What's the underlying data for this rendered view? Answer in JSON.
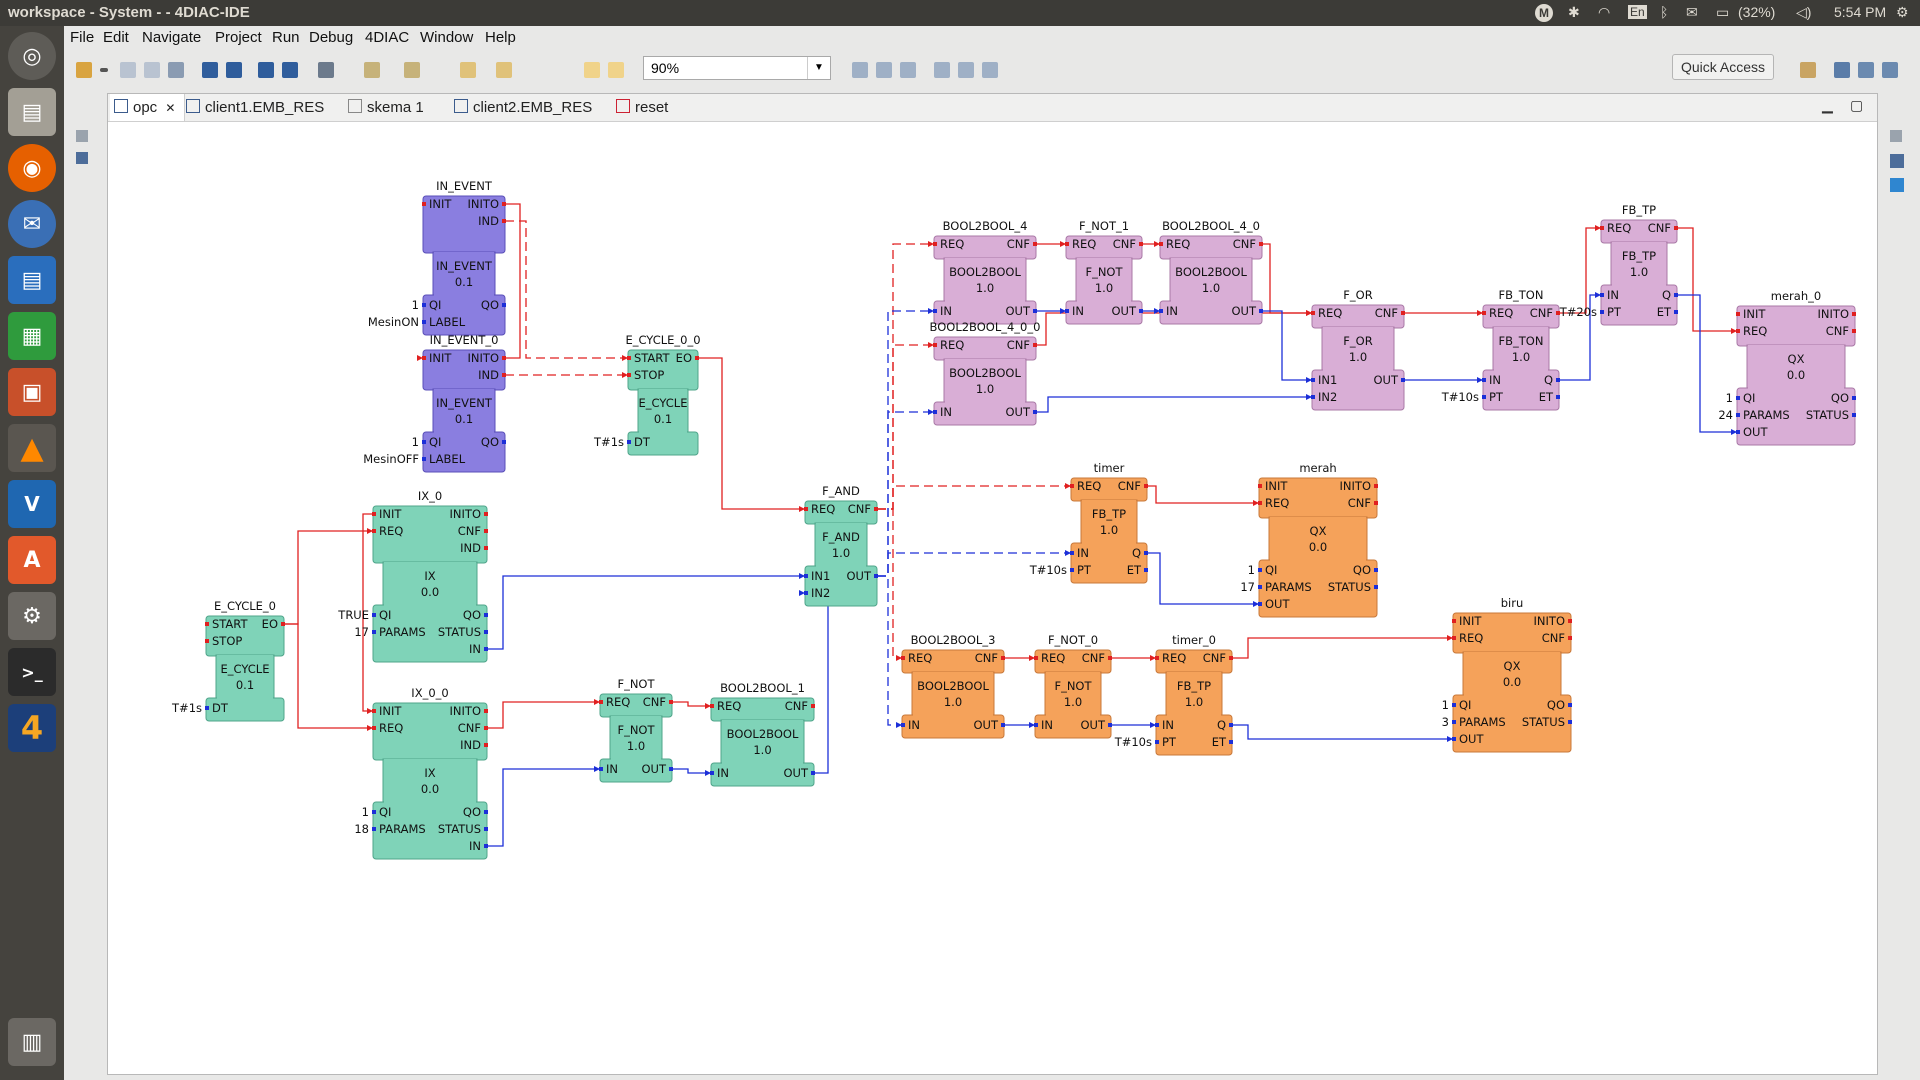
{
  "system": {
    "window_title": "workspace - System - - 4DIAC-IDE",
    "keyboard": "En",
    "battery": "(32%)",
    "clock": "5:54 PM"
  },
  "menu": [
    "File",
    "Edit",
    "Navigate",
    "Project",
    "Run",
    "Debug",
    "4DIAC",
    "Window",
    "Help"
  ],
  "toolbar": {
    "zoom_value": "90%",
    "quick_access": "Quick Access"
  },
  "tabs": [
    {
      "label": "opc",
      "active": true
    },
    {
      "label": "client1.EMB_RES"
    },
    {
      "label": "skema 1"
    },
    {
      "label": "client2.EMB_RES"
    },
    {
      "label": "reset"
    }
  ],
  "colors": {
    "violet": "#8a7ee0",
    "teal": "#7fd3b8",
    "pink": "#d9aed6",
    "orange": "#f5a25a",
    "event": "#e02020",
    "data": "#1c2fd8"
  },
  "blocks": [
    {
      "name": "IN_EVENT",
      "type": "IN_EVENT",
      "ver": "0.1",
      "style": "violet",
      "lin": [
        "INIT",
        "",
        ""
      ],
      "rin": [
        "INITO",
        "IND"
      ],
      "lbot": [
        "QI",
        "LABEL"
      ],
      "rbot": [
        "QO",
        ""
      ],
      "pvals": [
        "1",
        "MesinON"
      ]
    },
    {
      "name": "IN_EVENT_0",
      "type": "IN_EVENT",
      "ver": "0.1",
      "style": "violet",
      "lin": [
        "INIT"
      ],
      "rin": [
        "INITO",
        "IND"
      ],
      "lbot": [
        "QI",
        "LABEL"
      ],
      "rbot": [
        "QO",
        ""
      ],
      "pvals": [
        "1",
        "MesinOFF"
      ]
    },
    {
      "name": "E_CYCLE_0_0",
      "type": "E_CYCLE",
      "ver": "0.1",
      "style": "teal",
      "lin": [
        "START",
        "STOP"
      ],
      "rin": [
        "EO"
      ],
      "lbot": [
        "DT"
      ],
      "rbot": [],
      "pvals": [
        "T#1s"
      ]
    },
    {
      "name": "IX_0",
      "type": "IX",
      "ver": "0.0",
      "style": "teal",
      "lin": [
        "INIT",
        "REQ"
      ],
      "rin": [
        "INITO",
        "CNF",
        "IND"
      ],
      "lbot": [
        "QI",
        "PARAMS"
      ],
      "rbot": [
        "QO",
        "STATUS",
        "IN"
      ],
      "pvals": [
        "TRUE",
        "17"
      ]
    },
    {
      "name": "E_CYCLE_0",
      "type": "E_CYCLE",
      "ver": "0.1",
      "style": "teal",
      "lin": [
        "START",
        "STOP"
      ],
      "rin": [
        "EO"
      ],
      "lbot": [
        "DT"
      ],
      "rbot": [],
      "pvals": [
        "T#1s"
      ]
    },
    {
      "name": "IX_0_0",
      "type": "IX",
      "ver": "0.0",
      "style": "teal",
      "lin": [
        "INIT",
        "REQ"
      ],
      "rin": [
        "INITO",
        "CNF",
        "IND"
      ],
      "lbot": [
        "QI",
        "PARAMS"
      ],
      "rbot": [
        "QO",
        "STATUS",
        "IN"
      ],
      "pvals": [
        "1",
        "18"
      ]
    },
    {
      "name": "F_NOT",
      "type": "F_NOT",
      "ver": "1.0",
      "style": "teal",
      "lin": [
        "REQ"
      ],
      "rin": [
        "CNF"
      ],
      "lbot": [
        "IN"
      ],
      "rbot": [
        "OUT"
      ],
      "pvals": []
    },
    {
      "name": "BOOL2BOOL_1",
      "type": "BOOL2BOOL",
      "ver": "1.0",
      "style": "teal",
      "lin": [
        "REQ"
      ],
      "rin": [
        "CNF"
      ],
      "lbot": [
        "IN"
      ],
      "rbot": [
        "OUT"
      ],
      "pvals": []
    },
    {
      "name": "F_AND",
      "type": "F_AND",
      "ver": "1.0",
      "style": "teal",
      "lin": [
        "REQ"
      ],
      "rin": [
        "CNF"
      ],
      "lbot": [
        "IN1",
        "IN2"
      ],
      "rbot": [
        "OUT"
      ],
      "pvals": []
    },
    {
      "name": "BOOL2BOOL_4",
      "type": "BOOL2BOOL",
      "ver": "1.0",
      "style": "pink",
      "lin": [
        "REQ"
      ],
      "rin": [
        "CNF"
      ],
      "lbot": [
        "IN"
      ],
      "rbot": [
        "OUT"
      ],
      "pvals": []
    },
    {
      "name": "F_NOT_1",
      "type": "F_NOT",
      "ver": "1.0",
      "style": "pink",
      "lin": [
        "REQ"
      ],
      "rin": [
        "CNF"
      ],
      "lbot": [
        "IN"
      ],
      "rbot": [
        "OUT"
      ],
      "pvals": []
    },
    {
      "name": "BOOL2BOOL_4_0",
      "type": "BOOL2BOOL",
      "ver": "1.0",
      "style": "pink",
      "lin": [
        "REQ"
      ],
      "rin": [
        "CNF"
      ],
      "lbot": [
        "IN"
      ],
      "rbot": [
        "OUT"
      ],
      "pvals": []
    },
    {
      "name": "BOOL2BOOL_4_0_0",
      "type": "BOOL2BOOL",
      "ver": "1.0",
      "style": "pink",
      "lin": [
        "REQ"
      ],
      "rin": [
        "CNF"
      ],
      "lbot": [
        "IN"
      ],
      "rbot": [
        "OUT"
      ],
      "pvals": []
    },
    {
      "name": "F_OR",
      "type": "F_OR",
      "ver": "1.0",
      "style": "pink",
      "lin": [
        "REQ"
      ],
      "rin": [
        "CNF"
      ],
      "lbot": [
        "IN1",
        "IN2"
      ],
      "rbot": [
        "OUT"
      ],
      "pvals": []
    },
    {
      "name": "FB_TON",
      "type": "FB_TON",
      "ver": "1.0",
      "style": "pink",
      "lin": [
        "REQ"
      ],
      "rin": [
        "CNF"
      ],
      "lbot": [
        "IN",
        "PT"
      ],
      "rbot": [
        "Q",
        "ET"
      ],
      "pvals": [
        "",
        "T#10s"
      ]
    },
    {
      "name": "FB_TP",
      "type": "FB_TP",
      "ver": "1.0",
      "style": "pink",
      "lin": [
        "REQ"
      ],
      "rin": [
        "CNF"
      ],
      "lbot": [
        "IN",
        "PT"
      ],
      "rbot": [
        "Q",
        "ET"
      ],
      "pvals": [
        "",
        "T#20s"
      ]
    },
    {
      "name": "merah_0",
      "type": "QX",
      "ver": "0.0",
      "style": "pink",
      "lin": [
        "INIT",
        "REQ"
      ],
      "rin": [
        "INITO",
        "CNF"
      ],
      "lbot": [
        "QI",
        "PARAMS",
        "OUT"
      ],
      "rbot": [
        "QO",
        "STATUS"
      ],
      "pvals": [
        "1",
        "24"
      ]
    },
    {
      "name": "timer",
      "type": "FB_TP",
      "ver": "1.0",
      "style": "orange",
      "lin": [
        "REQ"
      ],
      "rin": [
        "CNF"
      ],
      "lbot": [
        "IN",
        "PT"
      ],
      "rbot": [
        "Q",
        "ET"
      ],
      "pvals": [
        "",
        "T#10s"
      ]
    },
    {
      "name": "merah",
      "type": "QX",
      "ver": "0.0",
      "style": "orange",
      "lin": [
        "INIT",
        "REQ"
      ],
      "rin": [
        "INITO",
        "CNF"
      ],
      "lbot": [
        "QI",
        "PARAMS",
        "OUT"
      ],
      "rbot": [
        "QO",
        "STATUS"
      ],
      "pvals": [
        "1",
        "17"
      ]
    },
    {
      "name": "BOOL2BOOL_3",
      "type": "BOOL2BOOL",
      "ver": "1.0",
      "style": "orange",
      "lin": [
        "REQ"
      ],
      "rin": [
        "CNF"
      ],
      "lbot": [
        "IN"
      ],
      "rbot": [
        "OUT"
      ],
      "pvals": []
    },
    {
      "name": "F_NOT_0",
      "type": "F_NOT",
      "ver": "1.0",
      "style": "orange",
      "lin": [
        "REQ"
      ],
      "rin": [
        "CNF"
      ],
      "lbot": [
        "IN"
      ],
      "rbot": [
        "OUT"
      ],
      "pvals": []
    },
    {
      "name": "timer_0",
      "type": "FB_TP",
      "ver": "1.0",
      "style": "orange",
      "lin": [
        "REQ"
      ],
      "rin": [
        "CNF"
      ],
      "lbot": [
        "IN",
        "PT"
      ],
      "rbot": [
        "Q",
        "ET"
      ],
      "pvals": [
        "",
        "T#10s"
      ]
    },
    {
      "name": "biru",
      "type": "QX",
      "ver": "0.0",
      "style": "orange",
      "lin": [
        "INIT",
        "REQ"
      ],
      "rin": [
        "INITO",
        "CNF"
      ],
      "lbot": [
        "QI",
        "PARAMS",
        "OUT"
      ],
      "rbot": [
        "QO",
        "STATUS"
      ],
      "pvals": [
        "1",
        "3"
      ]
    }
  ]
}
